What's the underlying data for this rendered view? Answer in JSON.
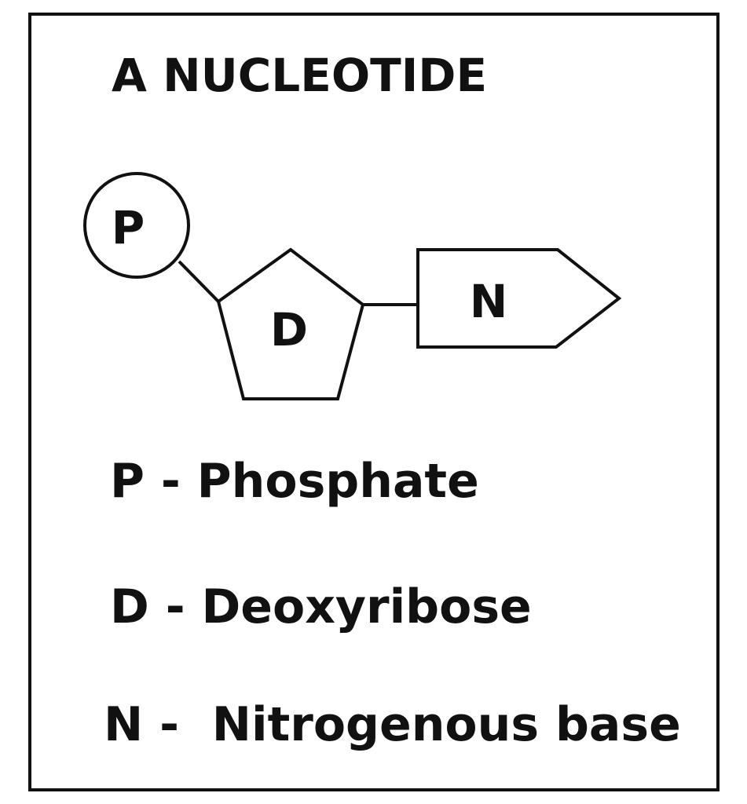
{
  "title": "A NUCLEOTIDE",
  "diagram": {
    "phosphate_symbol": "P",
    "deoxyribose_symbol": "D",
    "base_symbol": "N"
  },
  "legend": {
    "phosphate": "P - Phosphate",
    "deoxyribose": "D - Deoxyribose",
    "base": "N -  Nitrogenous base"
  }
}
